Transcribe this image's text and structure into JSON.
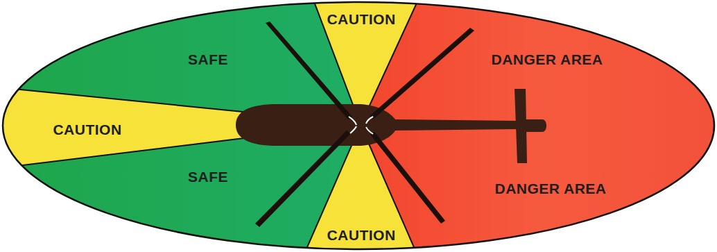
{
  "diagram": {
    "nodes": [
      {
        "text": [
          "SAFE"
        ]
      },
      {
        "text": [
          "CAUTION"
        ]
      },
      {
        "text": [
          "DANGER AREA"
        ]
      },
      {
        "text": [
          "CAUTION"
        ]
      },
      {
        "text": [
          "SAFE"
        ]
      },
      {
        "text": [
          "CAUTION"
        ]
      },
      {
        "text": [
          "DANGER AREA"
        ]
      }
    ]
  }
}
